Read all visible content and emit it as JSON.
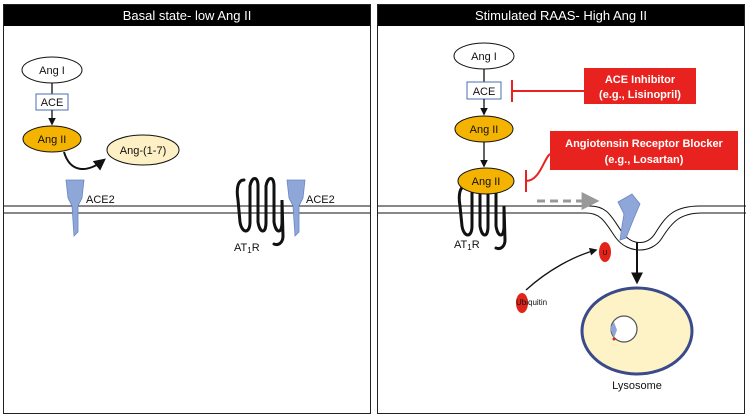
{
  "left_panel": {
    "title": "Basal state- low Ang II",
    "ang1": "Ang I",
    "ace": "ACE",
    "ang2": "Ang II",
    "ang17": "Ang-(1-7)",
    "ace2_a": "ACE2",
    "ace2_b": "ACE2",
    "at1r_main": "AT",
    "at1r_sub": "1",
    "at1r_tail": "R"
  },
  "right_panel": {
    "title": "Stimulated RAAS- High Ang II",
    "ang1": "Ang I",
    "ace": "ACE",
    "ang2_top": "Ang II",
    "ang2_bound": "Ang II",
    "ace_inhibitor_line1": "ACE Inhibitor",
    "ace_inhibitor_line2": "(e.g., Lisinopril)",
    "arb_line1": "Angiotensin Receptor Blocker",
    "arb_line2": "(e.g., Losartan)",
    "at1r_main": "AT",
    "at1r_sub": "1",
    "at1r_tail": "R",
    "ubiquitin_letter": "U",
    "ubiquitin_prefix": "U",
    "ubiquitin_rest": "biquitin",
    "lysosome": "Lysosome"
  },
  "colors": {
    "ang2_fill": "#f5b301",
    "ang17_fill": "#fdf0c4",
    "ace2_fill": "#8fa7d8",
    "blocker_red": "#e8231f",
    "ubiquitin_red": "#e2231a",
    "lysosome_fill": "#fdf3c7",
    "lysosome_ring": "#3a4a8a",
    "ace_box_stroke": "#4a6fb0",
    "dashed_arrow": "#999999"
  }
}
